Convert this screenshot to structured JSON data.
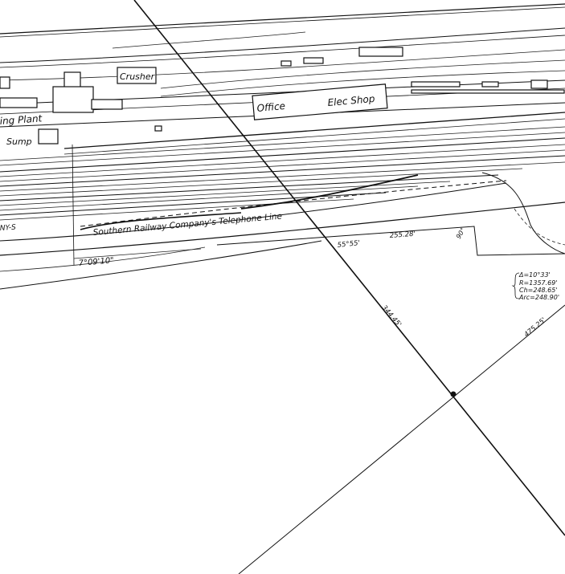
{
  "labels": {
    "crusher": "Crusher",
    "plant": "ing Plant",
    "sump": "Sump",
    "office": "Office",
    "elec_shop": "Elec Shop",
    "telephone_line": "Southern Railway Company's Telephone Line",
    "ny_fragment": "NY-S",
    "angle_left": "7°09'10\"",
    "bearing_55": "55°55'",
    "dist_255": "255.28'",
    "angle_90": "90°",
    "dist_344": "344.45'",
    "dist_475": "475.25'"
  },
  "curve_data": {
    "delta": "Δ=10°33'",
    "radius": "R=1357.69'",
    "chord": "Ch=248.65'",
    "arc": "Arc=248.90'"
  },
  "colors": {
    "ink": "#111111",
    "paper": "#ffffff"
  }
}
